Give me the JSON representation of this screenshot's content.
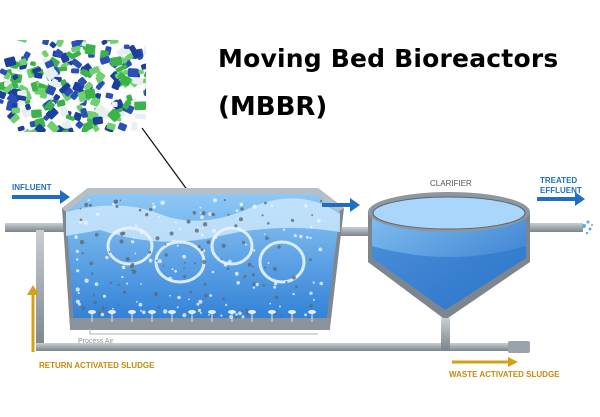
{
  "title": {
    "line1": "Moving Bed Bioreactors",
    "line2": "(MBBR)"
  },
  "labels": {
    "influent": "INFLUENT",
    "clarifier": "CLARIFIER",
    "treated_line1": "TREATED",
    "treated_line2": "EFFLUENT",
    "process_air": "Process Air",
    "return_sludge": "RETURN ACTIVATED SLUDGE",
    "waste_sludge": "WASTE ACTIVATED SLUDGE"
  },
  "colors": {
    "flow_arrow": "#1f6fc0",
    "label_blue": "#1f6fc0",
    "sludge_arrow": "#d4a016",
    "sludge_label": "#c78a0c",
    "water": "#4a9ee8",
    "tank_wall": "#9aa3ab",
    "carrier_green": "#3cb34a",
    "carrier_blue": "#2a4fb8"
  }
}
